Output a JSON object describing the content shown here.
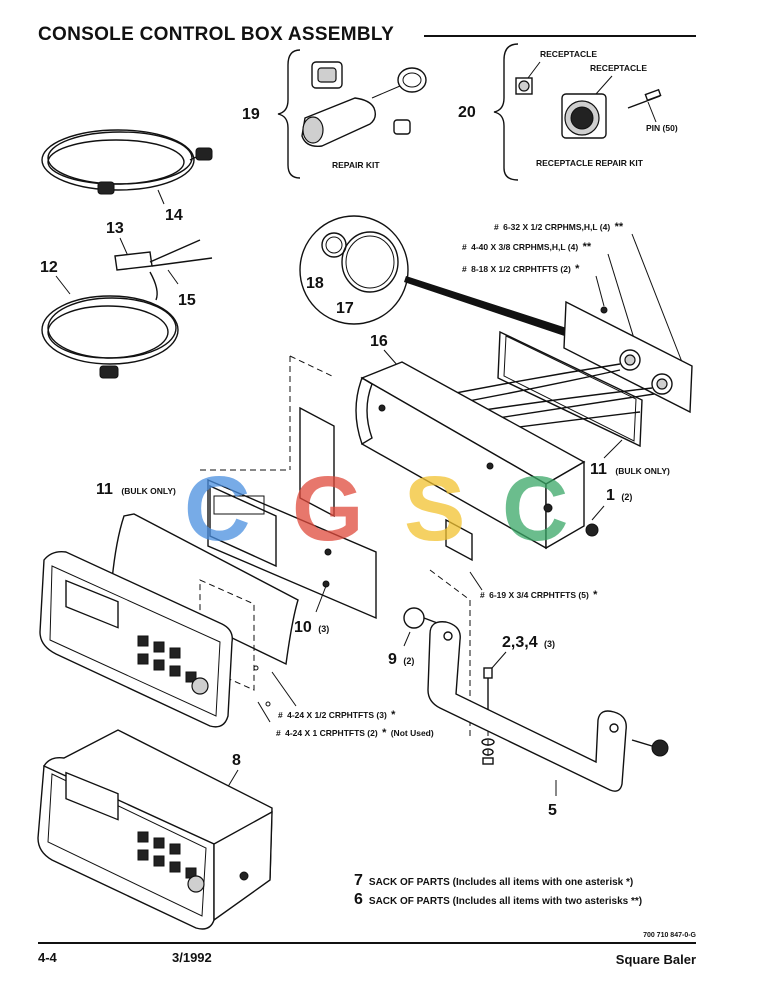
{
  "title": "CONSOLE CONTROL BOX ASSEMBLY",
  "groups": {
    "g19": {
      "number": "19",
      "kit": "REPAIR KIT"
    },
    "g20": {
      "number": "20",
      "receptacle_small": "RECEPTACLE",
      "receptacle_large": "RECEPTACLE",
      "pin": "PIN (50)",
      "kit": "RECEPTACLE REPAIR KIT"
    }
  },
  "callouts": {
    "c1": "1",
    "c1_qty": "(2)",
    "c2": "2,3,4",
    "c2_qty": "(3)",
    "c5": "5",
    "c8": "8",
    "c9": "9",
    "c9_qty": "(2)",
    "c10": "10",
    "c10_qty": "(3)",
    "c11a": "11",
    "c11a_note": "(BULK ONLY)",
    "c11b": "11",
    "c11b_note": "(BULK ONLY)",
    "c12": "12",
    "c13": "13",
    "c14": "14",
    "c15": "15",
    "c16": "16",
    "c17": "17",
    "c18": "18"
  },
  "hardware": {
    "h1": "6-32 X 1/2 CRPHMS,H,L (4)",
    "h1_mark": "**",
    "h2": "4-40 X 3/8 CRPHMS,H,L (4)",
    "h2_mark": "**",
    "h3": "8-18 X 1/2 CRPHTFTS (2)",
    "h3_mark": "*",
    "h4": "6-19 X 3/4 CRPHTFTS (5)",
    "h4_mark": "*",
    "h5": "4-24 X 1/2 CRPHTFTS (3)",
    "h5_mark": "*",
    "h6": "4-24 X 1 CRPHTFTS (2)",
    "h6_mark": "*",
    "h6_note": "(Not Used)",
    "hash": "#"
  },
  "sacks": [
    {
      "number": "7",
      "text": "SACK OF PARTS (Includes all items with one asterisk *)"
    },
    {
      "number": "6",
      "text": "SACK OF PARTS (Includes all items with two asterisks **)"
    }
  ],
  "footer": {
    "page": "4-4",
    "date": "3/1992",
    "product": "Square Baler",
    "doc_no": "700 710 847-0-G"
  },
  "watermark": {
    "letters": [
      "C",
      "G",
      "S",
      "C"
    ],
    "colors": [
      "#4a8fe0",
      "#e04a3c",
      "#f2c230",
      "#3aa867"
    ]
  }
}
